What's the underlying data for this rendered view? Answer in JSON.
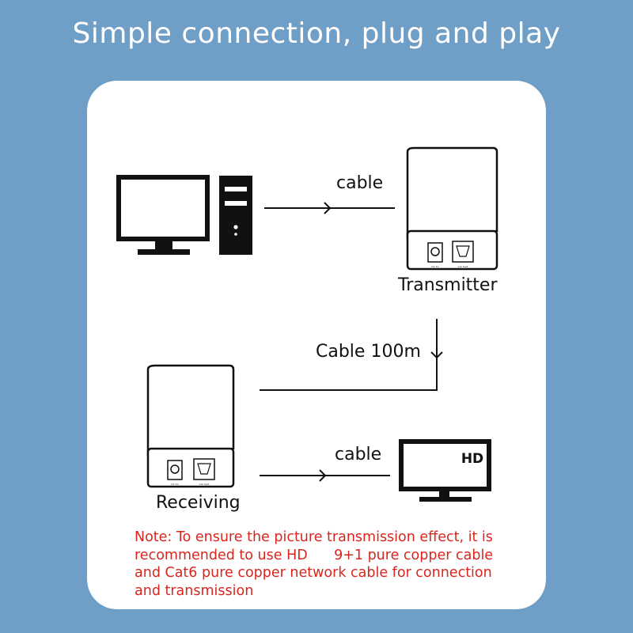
{
  "header": {
    "title": "Simple connection, plug and play"
  },
  "diagram": {
    "label_cable_top": "cable",
    "label_transmitter": "Transmitter",
    "label_cable_100m": "Cable 100m",
    "label_receiving": "Receiving",
    "label_cable_bottom": "cable",
    "monitor_badge": "HD",
    "transmitter_port_left": "DC 5V",
    "transmitter_port_right": "Cat 5e/6",
    "receiver_port_left": "DC 5V",
    "receiver_port_right": "Cat 5e/6"
  },
  "note": {
    "lines": [
      "Note: To ensure the picture transmission effect, it is",
      "recommended to use HD      9+1 pure copper cable",
      "and Cat6 pure copper network cable for connection",
      "and transmission"
    ]
  },
  "colors": {
    "background": "#6f9ec7",
    "card": "#ffffff",
    "note_text": "#d8261f",
    "lines": "#111111"
  }
}
